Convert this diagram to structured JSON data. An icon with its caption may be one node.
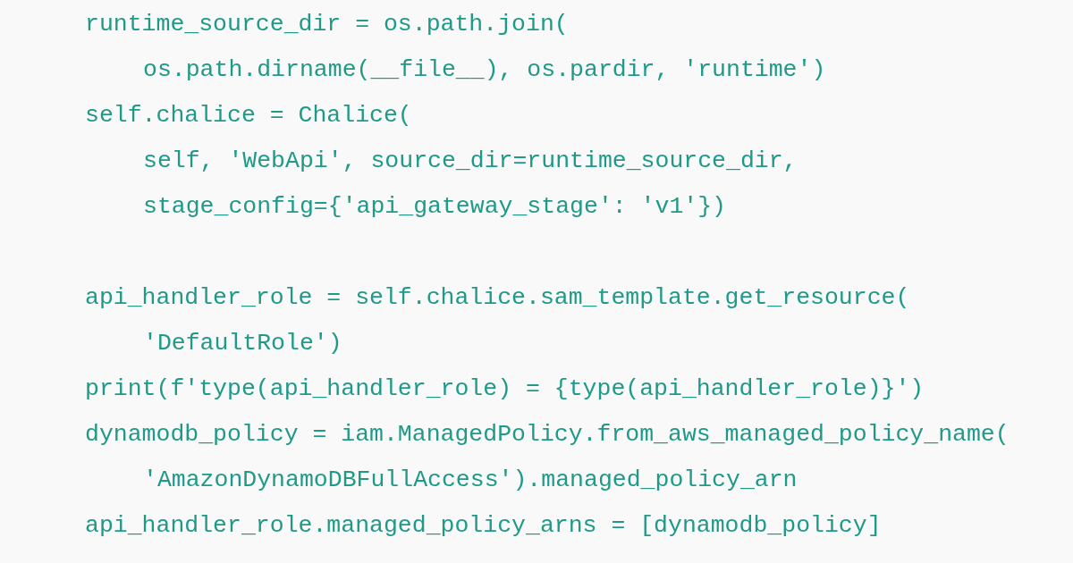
{
  "diagram": {
    "labels": [
      "runtime_source_dir = os.path.join(",
      "os.path.dirname(__file__), os.pardir, 'runtime')",
      "self.chalice = Chalice(",
      "self, 'WebApi', source_dir=runtime_source_dir,",
      "stage_config={'api_gateway_stage': 'v1'})",
      "api_handler_role = self.chalice.sam_template.get_resource(",
      "'DefaultRole')",
      "print(f'type(api_handler_role) = {type(api_handler_role)}')",
      "dynamodb_policy = iam.ManagedPolicy.from_aws_managed_policy_name(",
      "'AmazonDynamoDBFullAccess').managed_policy_arn",
      "api_handler_role.managed_policy_arns = [dynamodb_policy]"
    ]
  }
}
